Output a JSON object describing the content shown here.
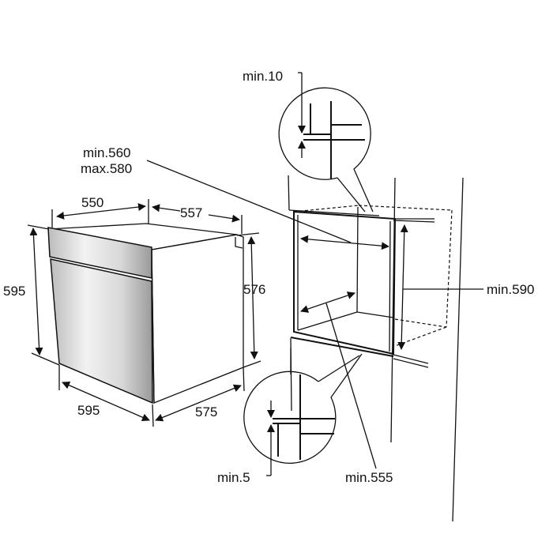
{
  "diagram": {
    "oven_dimensions": {
      "top_width": "550",
      "top_depth": "557",
      "front_height": "595",
      "side_height": "576",
      "bottom_width": "595",
      "bottom_depth": "575"
    },
    "niche_dimensions": {
      "top_gap": "min.10",
      "width_min": "min.560",
      "width_max": "max.580",
      "height": "min.590",
      "bottom_gap": "min.5",
      "depth": "min.555"
    }
  }
}
